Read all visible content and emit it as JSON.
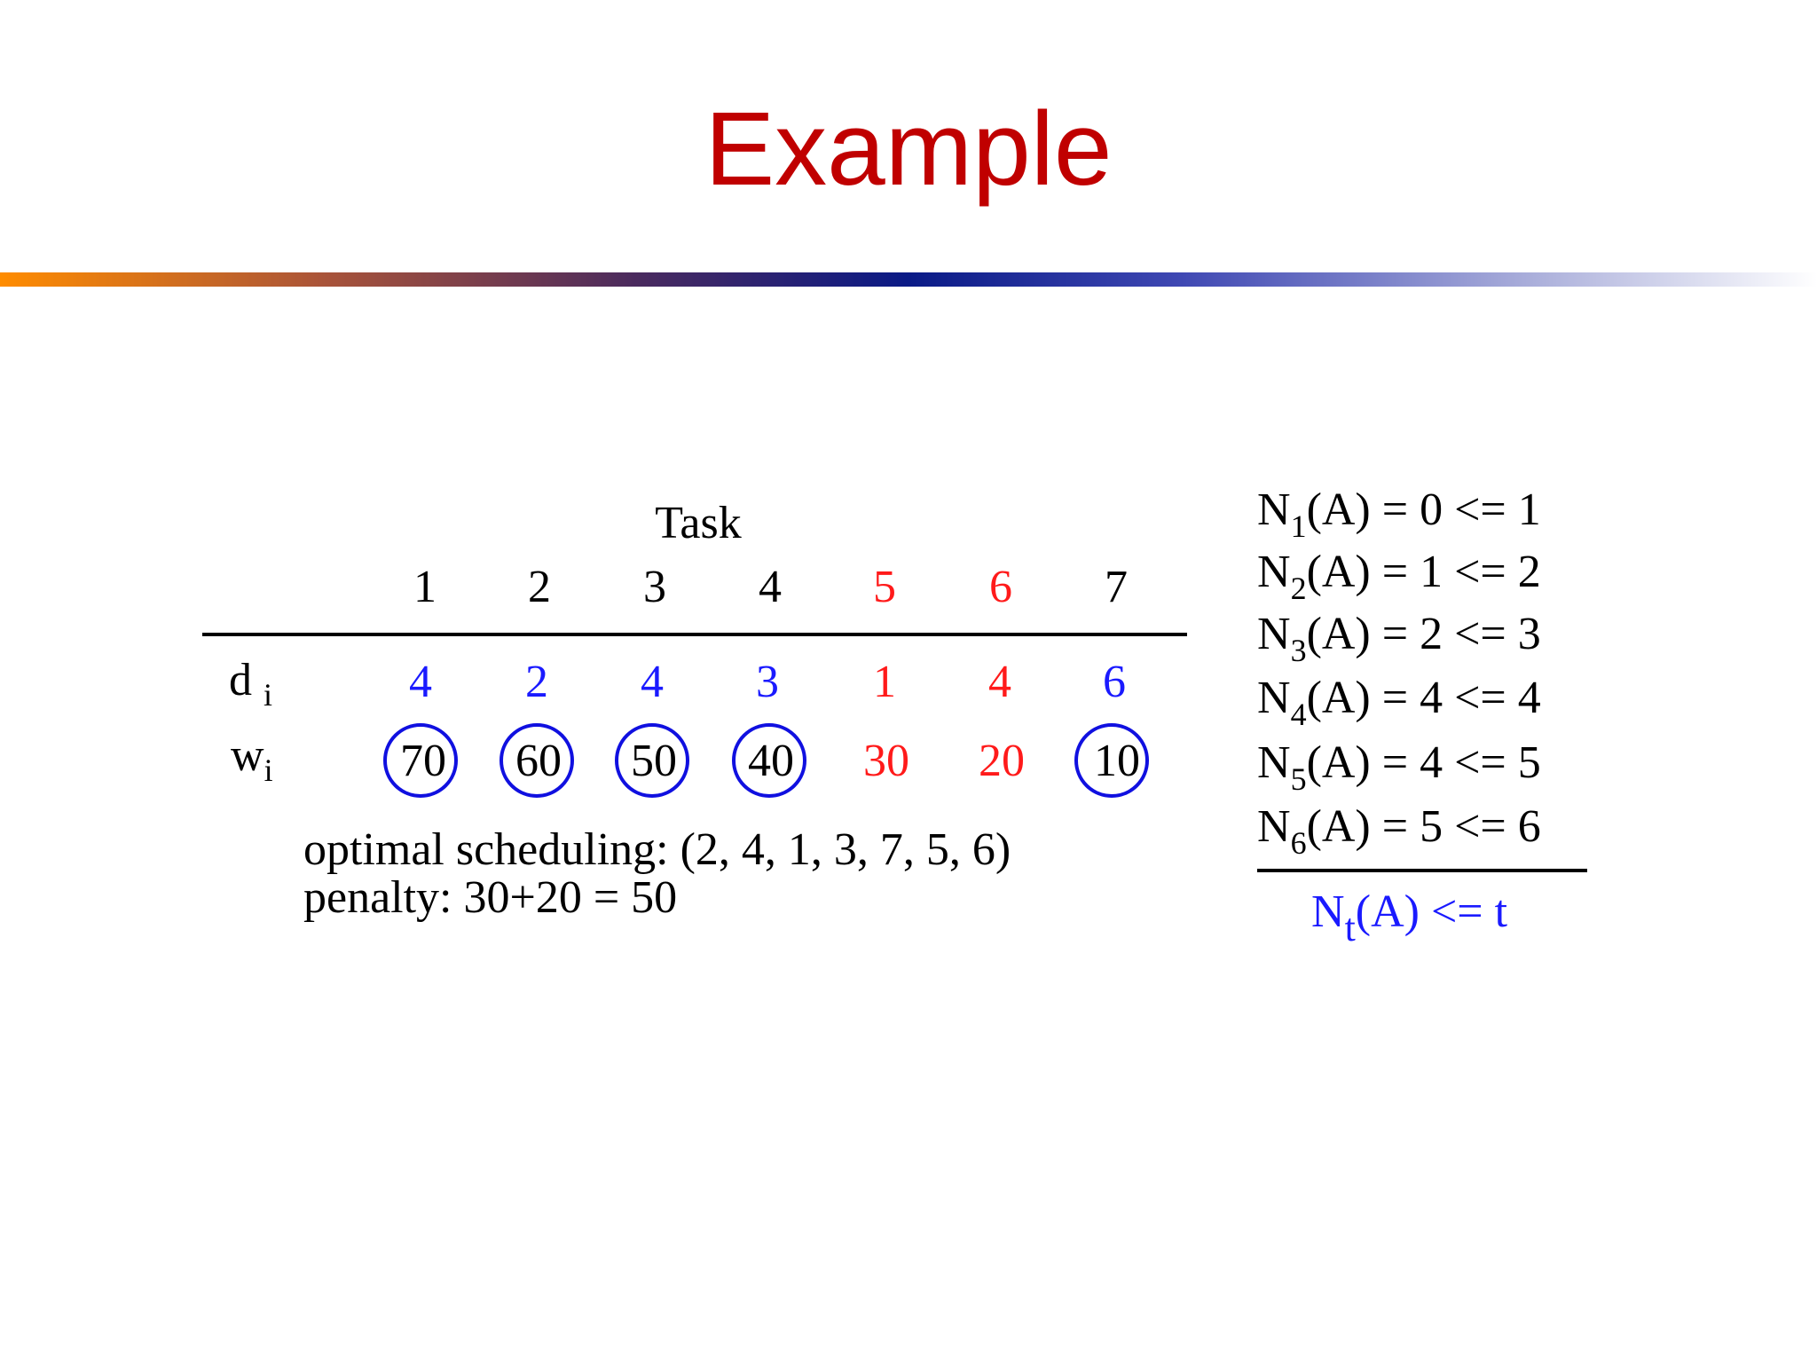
{
  "title": "Example",
  "table": {
    "task_header": "Task",
    "tasks": [
      "1",
      "2",
      "3",
      "4",
      "5",
      "6",
      "7"
    ],
    "d_label": "d",
    "d_sub": "i",
    "w_label": "w",
    "w_sub": "i",
    "deadlines": [
      "4",
      "2",
      "4",
      "3",
      "1",
      "4",
      "6"
    ],
    "weights": [
      "70",
      "60",
      "50",
      "40",
      "30",
      "20",
      "10"
    ],
    "accepted_color": "#1a1aff",
    "rejected_color": "#ff1a1a",
    "circled_tasks": [
      "1",
      "2",
      "3",
      "4",
      "7"
    ],
    "rejected_tasks": [
      "5",
      "6"
    ]
  },
  "result": {
    "schedule": "optimal scheduling: (2, 4, 1, 3, 7, 5, 6)",
    "penalty": "penalty: 30+20 = 50"
  },
  "constraints": [
    {
      "n": "N",
      "sub": "1",
      "rest": "(A) = 0 <= 1"
    },
    {
      "n": "N",
      "sub": "2",
      "rest": "(A) = 1 <= 2"
    },
    {
      "n": "N",
      "sub": "3",
      "rest": "(A) = 2 <= 3"
    },
    {
      "n": "N",
      "sub": "4",
      "rest": "(A) = 4 <= 4"
    },
    {
      "n": "N",
      "sub": "5",
      "rest": "(A) = 4 <= 5"
    },
    {
      "n": "N",
      "sub": "6",
      "rest": "(A) = 5 <= 6"
    }
  ],
  "general": {
    "n": "N",
    "sub": "t",
    "rest": "(A) <= t"
  }
}
